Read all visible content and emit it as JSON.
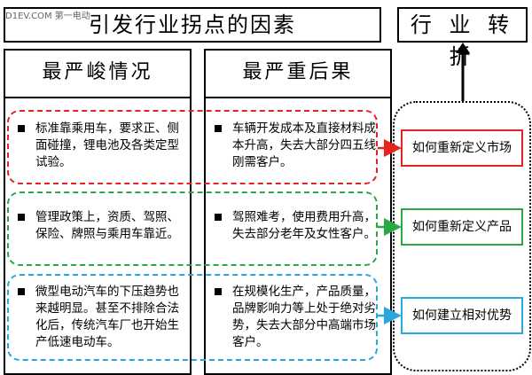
{
  "watermark": "D1EV.COM 第一电动",
  "header": {
    "main_title": "引发行业拐点的因素",
    "turn_title": "行 业 转 折"
  },
  "columns": {
    "left_title": "最严峻情况",
    "mid_title": "最严重后果"
  },
  "rows": [
    {
      "situation": "标准靠乘用车，要求正、侧面碰撞，锂电池及各类定型试验。",
      "consequence": "车辆开发成本及直接材料成本升高，失去大部分四五线刚需客户。",
      "result": "如何重新定义市场",
      "color": "#e8231f"
    },
    {
      "situation": "管理政策上，资质、驾照、保险、牌照与乘用车靠近。",
      "consequence": "驾照难考，使用费用升高，失去部分老年及女性客户。",
      "result": "如何重新定义产品",
      "color": "#2aa845"
    },
    {
      "situation": "微型电动汽车的下压趋势也来越明显。甚至不排除合法化后，传统汽车厂也开始生产低速电动车。",
      "consequence": "在规模化生产，产品质量，品牌影响力等上处于绝对劣势，失去大部分中高端市场客户。",
      "result": "如何建立相对优势",
      "color": "#29a8e0"
    }
  ]
}
